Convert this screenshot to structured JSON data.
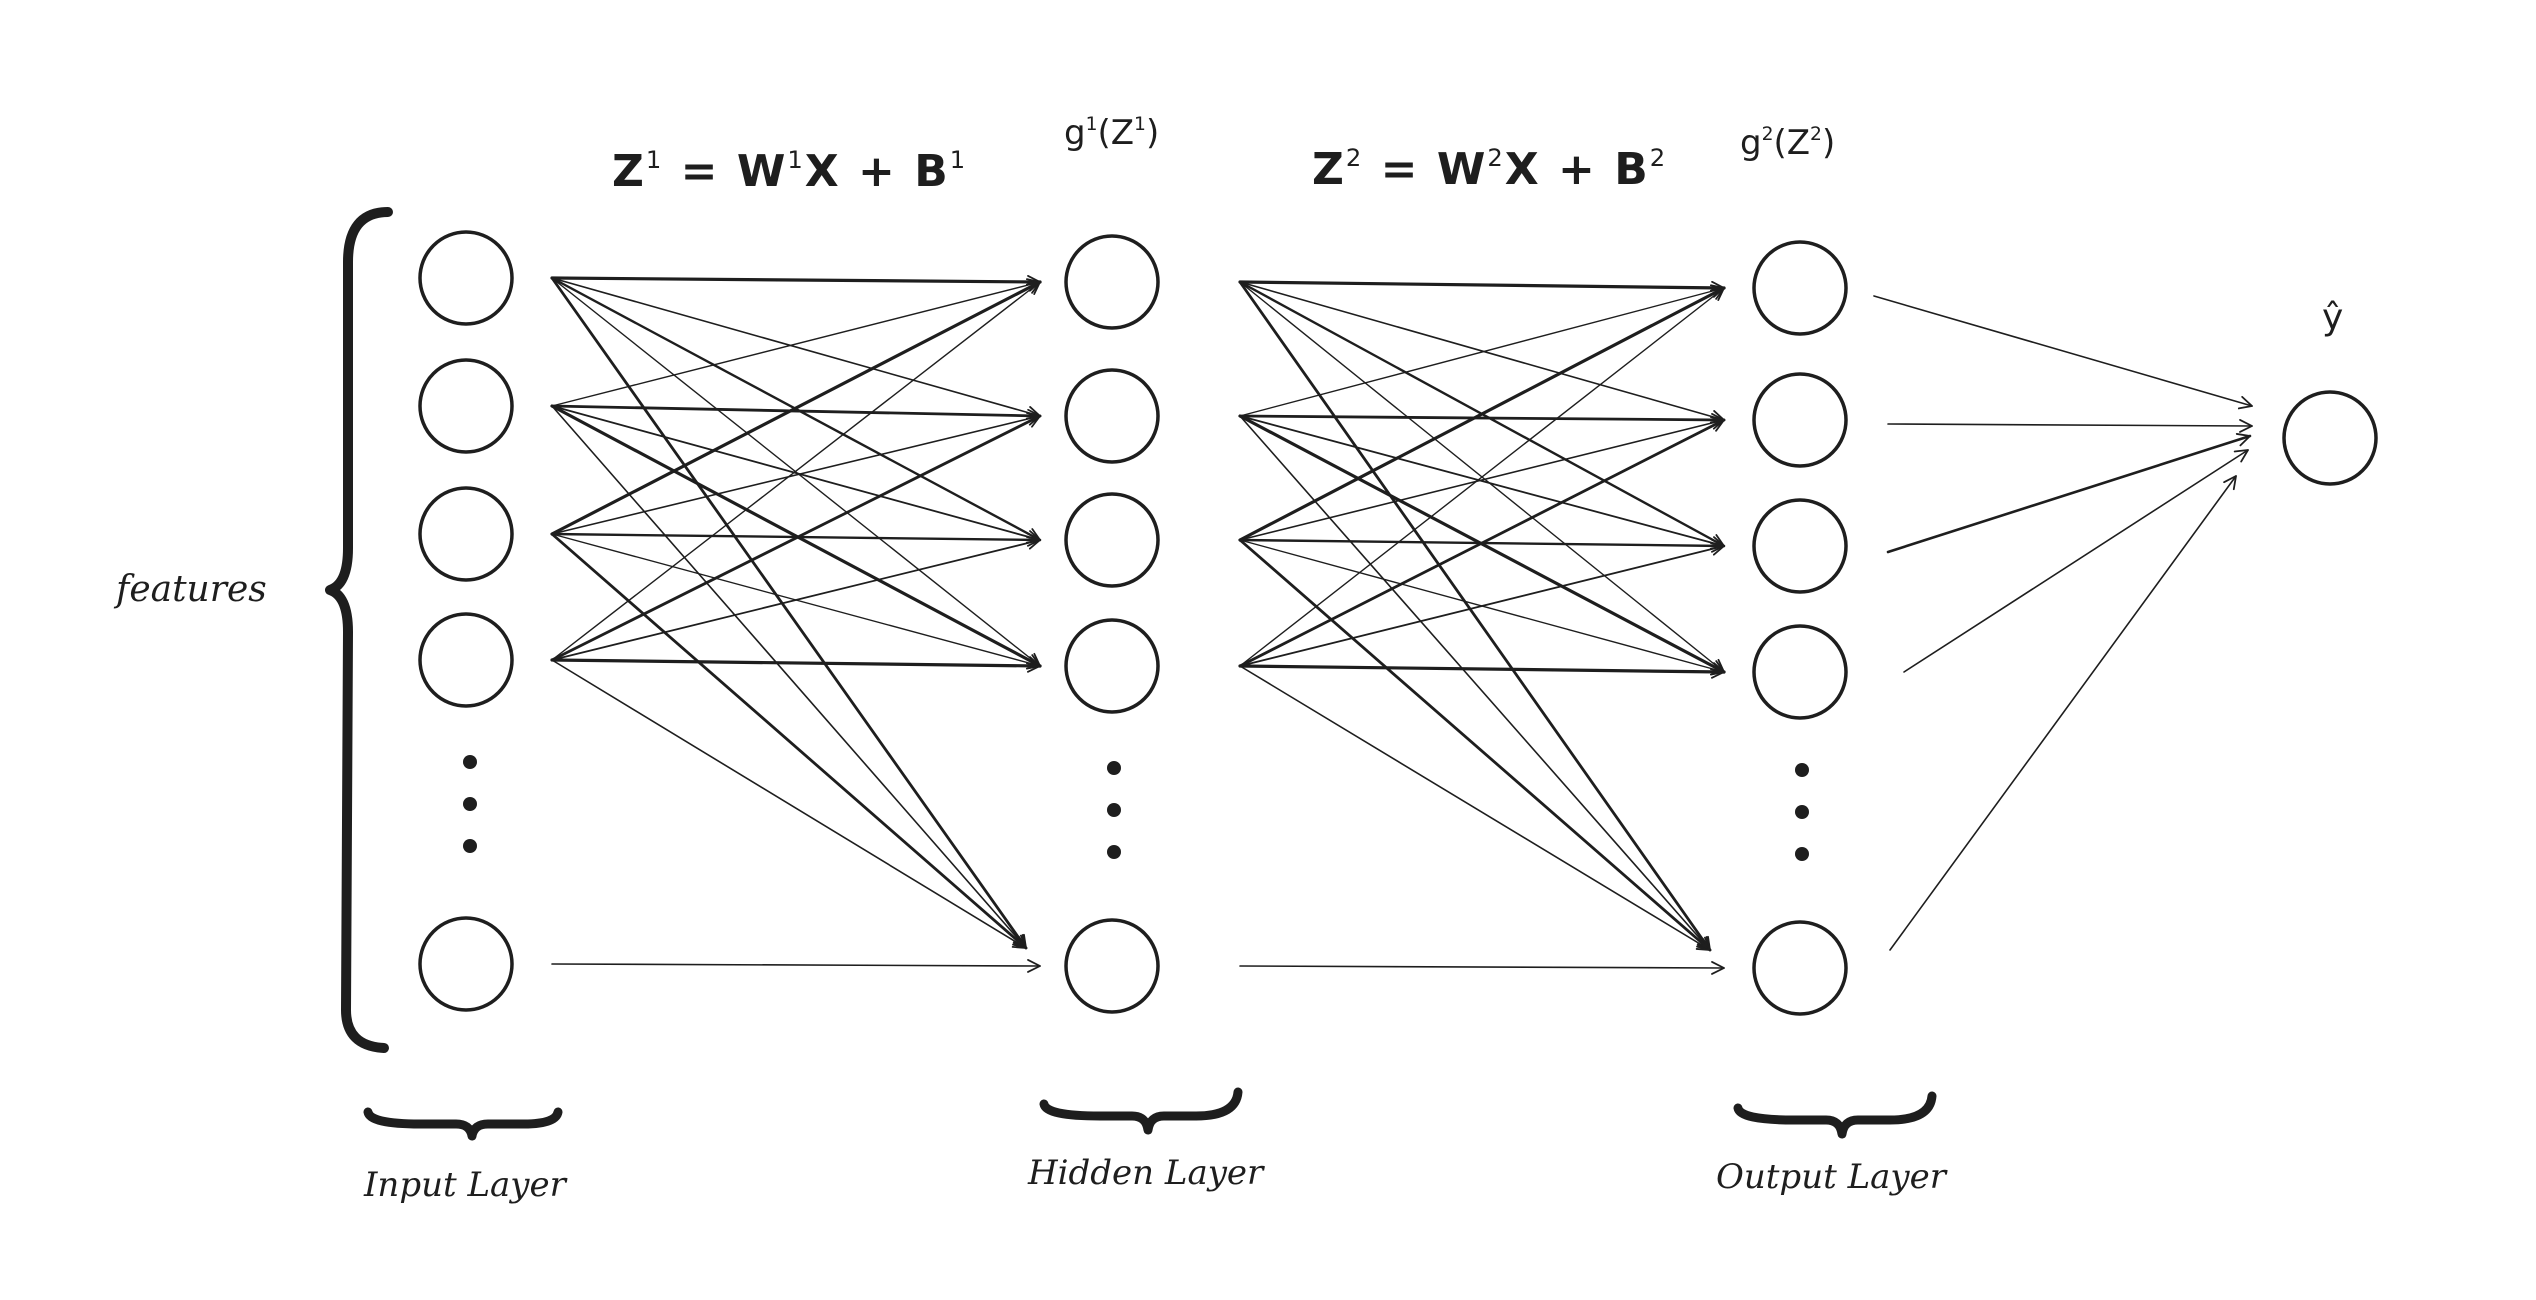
{
  "features_label": "features",
  "equations": {
    "layer1": {
      "z": "Z",
      "z_sup": "1",
      "eq": " = ",
      "w": "W",
      "w_sup": "1",
      "x": "X + ",
      "b": "B",
      "b_sup": "1"
    },
    "layer2": {
      "z": "Z",
      "z_sup": "2",
      "eq": " = ",
      "w": "W",
      "w_sup": "2",
      "x": "X + ",
      "b": "B",
      "b_sup": "2"
    }
  },
  "activations": {
    "hidden": {
      "g": "g",
      "g_sup": "1",
      "open": "(Z",
      "z_sup": "1",
      "close": ")"
    },
    "output": {
      "g": "g",
      "g_sup": "2",
      "open": "(Z",
      "z_sup": "2",
      "close": ")"
    }
  },
  "prediction_label": "ŷ",
  "layer_labels": {
    "input": "Input Layer",
    "hidden": "Hidden Layer",
    "output": "Output Layer"
  },
  "colors": {
    "ink": "#1e1e1e",
    "background": "#ffffff"
  }
}
